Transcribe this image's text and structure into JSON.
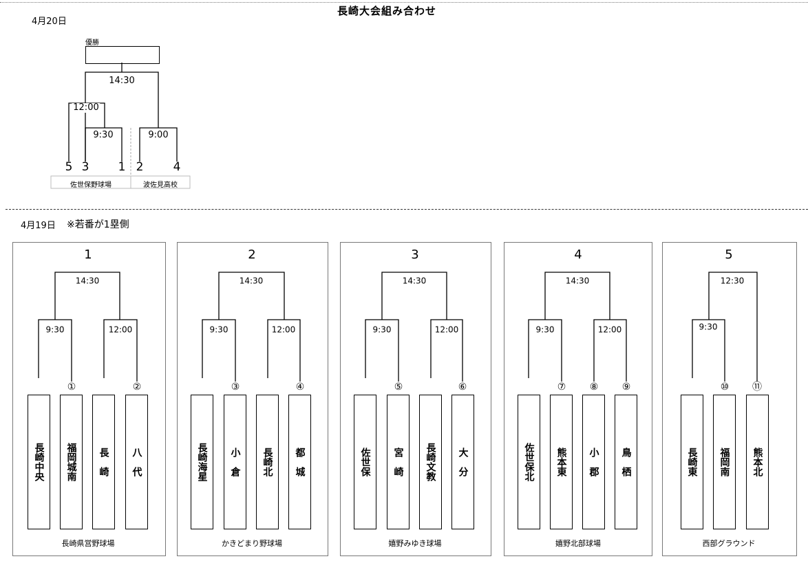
{
  "title": "長崎大会組み合わせ",
  "day2": {
    "date": "4月20日",
    "final_label": "優勝",
    "times": {
      "final": "14:30",
      "semi_left": "12:00",
      "qf_left": "9:30",
      "qf_right": "9:00"
    },
    "slots": [
      "5",
      "3",
      "1",
      "2",
      "4"
    ],
    "venues": [
      "佐世保野球場",
      "波佐見高校"
    ]
  },
  "day1": {
    "date": "4月19日",
    "note": "※若番が1塁側",
    "blocks": [
      {
        "number": "1",
        "times": [
          "14:30",
          "9:30",
          "12:00"
        ],
        "seeds": [
          "",
          "①",
          "",
          "②"
        ],
        "teams": [
          "長崎中央",
          "福岡城南",
          "長　崎",
          "八　代"
        ],
        "venue": "長崎県営野球場"
      },
      {
        "number": "2",
        "times": [
          "14:30",
          "9:30",
          "12:00"
        ],
        "seeds": [
          "",
          "③",
          "",
          "④"
        ],
        "teams": [
          "長崎海星",
          "小　倉",
          "長崎北",
          "都　城"
        ],
        "venue": "かきどまり野球場"
      },
      {
        "number": "3",
        "times": [
          "14:30",
          "9:30",
          "12:00"
        ],
        "seeds": [
          "",
          "⑤",
          "",
          "⑥"
        ],
        "teams": [
          "佐世保",
          "宮　崎",
          "長崎文教",
          "大　分"
        ],
        "venue": "嬉野みゆき球場"
      },
      {
        "number": "4",
        "times": [
          "14:30",
          "9:30",
          "12:00"
        ],
        "seeds": [
          "",
          "⑦",
          "⑧",
          "⑨"
        ],
        "teams": [
          "佐世保北",
          "熊本東",
          "小　郡",
          "鳥　栖"
        ],
        "venue": "嬉野北部球場"
      },
      {
        "number": "5",
        "times": [
          "12:30",
          "9:30"
        ],
        "seeds": [
          "",
          "⑩",
          "⑪"
        ],
        "teams": [
          "長崎東",
          "福岡南",
          "熊本北"
        ],
        "venue": "西部グラウンド"
      }
    ]
  }
}
